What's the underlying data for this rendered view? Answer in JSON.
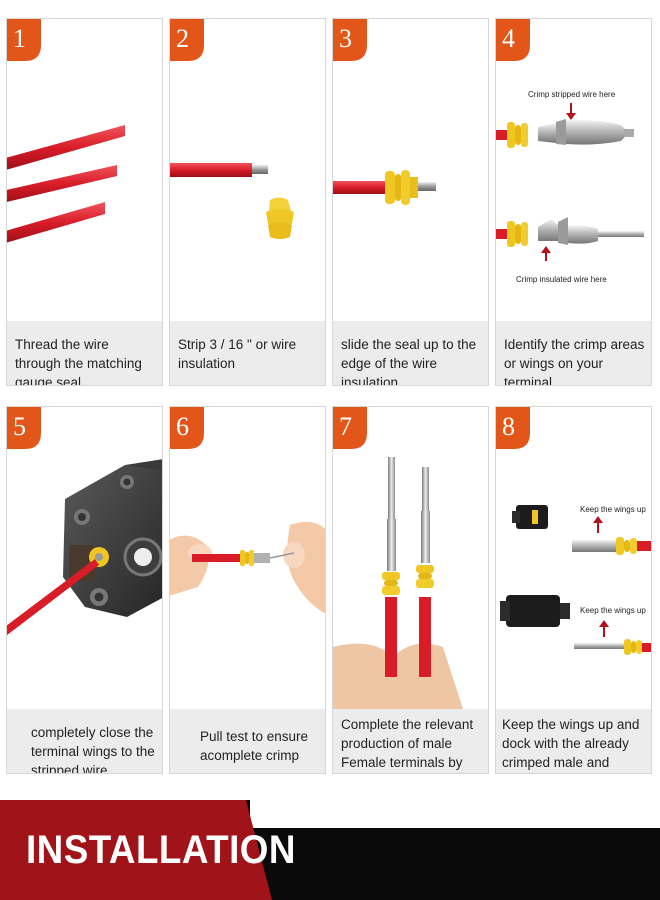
{
  "steps": [
    {
      "number": "1",
      "caption": "Thread the wire through the matching gauge seal"
    },
    {
      "number": "2",
      "caption": "Strip 3 / 16 \" or wire insulation"
    },
    {
      "number": "3",
      "caption": "slide the seal up to the edge of the wire insulation"
    },
    {
      "number": "4",
      "caption": "Identify the crimp areas or wings on your terminal"
    },
    {
      "number": "5",
      "caption": "completely close the terminal wings to the stripped wire"
    },
    {
      "number": "6",
      "caption": "Pull test to ensure acomplete crimp"
    },
    {
      "number": "7",
      "caption": "Complete the relevant production of male Female terminals by thread pressing"
    },
    {
      "number": "8",
      "caption": "Keep the wings up and dock with the already crimped male and female plug"
    }
  ],
  "annotations": {
    "crimp_stripped": "Crimp stripped wire here",
    "crimp_insulated": "Crimp insulated wire here",
    "wings_up_1": "Keep the wings up",
    "wings_up_2": "Keep the wings up"
  },
  "banner": {
    "title": "INSTALLATION"
  },
  "colors": {
    "badge": "#e2561a",
    "wire": "#e01f2b",
    "seal": "#f1c21a",
    "banner_red": "#a01318",
    "banner_black": "#0a0a0a"
  }
}
